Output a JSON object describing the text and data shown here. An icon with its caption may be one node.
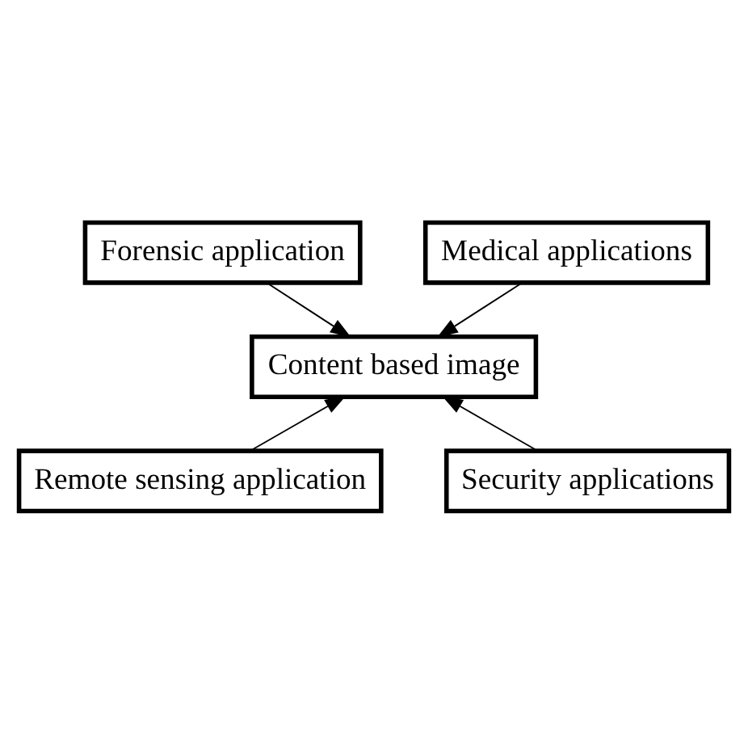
{
  "diagram": {
    "nodes": [
      {
        "text": [
          "Forensic application"
        ]
      },
      {
        "text": [
          "Medical applications"
        ]
      },
      {
        "text": [
          "Content based image"
        ]
      },
      {
        "text": [
          "Remote sensing application"
        ]
      },
      {
        "text": [
          "Security applications"
        ]
      }
    ],
    "edges": [
      {
        "from": 0,
        "to": 2,
        "arrow": "to"
      },
      {
        "from": 1,
        "to": 2,
        "arrow": "to"
      },
      {
        "from": 3,
        "to": 2,
        "arrow": "to"
      },
      {
        "from": 4,
        "to": 2,
        "arrow": "to"
      }
    ]
  }
}
